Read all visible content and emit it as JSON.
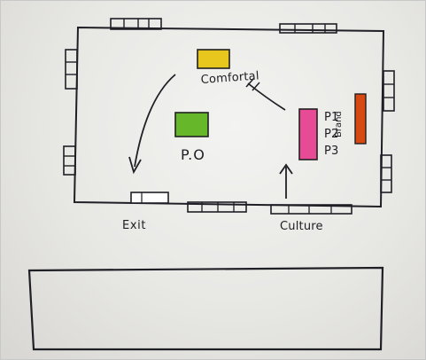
{
  "labels": {
    "top_label": "Comfortal",
    "center_label": "P.O",
    "right_labels": [
      "P1",
      "P2",
      "P3"
    ],
    "right_vertical_label": "Brand",
    "exit_label": "Exit",
    "bottom_right_label": "Culture"
  },
  "colors": {
    "top_box": "#e7c61d",
    "center_box": "#67b72b",
    "right_tall_box": "#e84b96",
    "right_side_box": "#d84812",
    "ink": "#1e1e24"
  }
}
